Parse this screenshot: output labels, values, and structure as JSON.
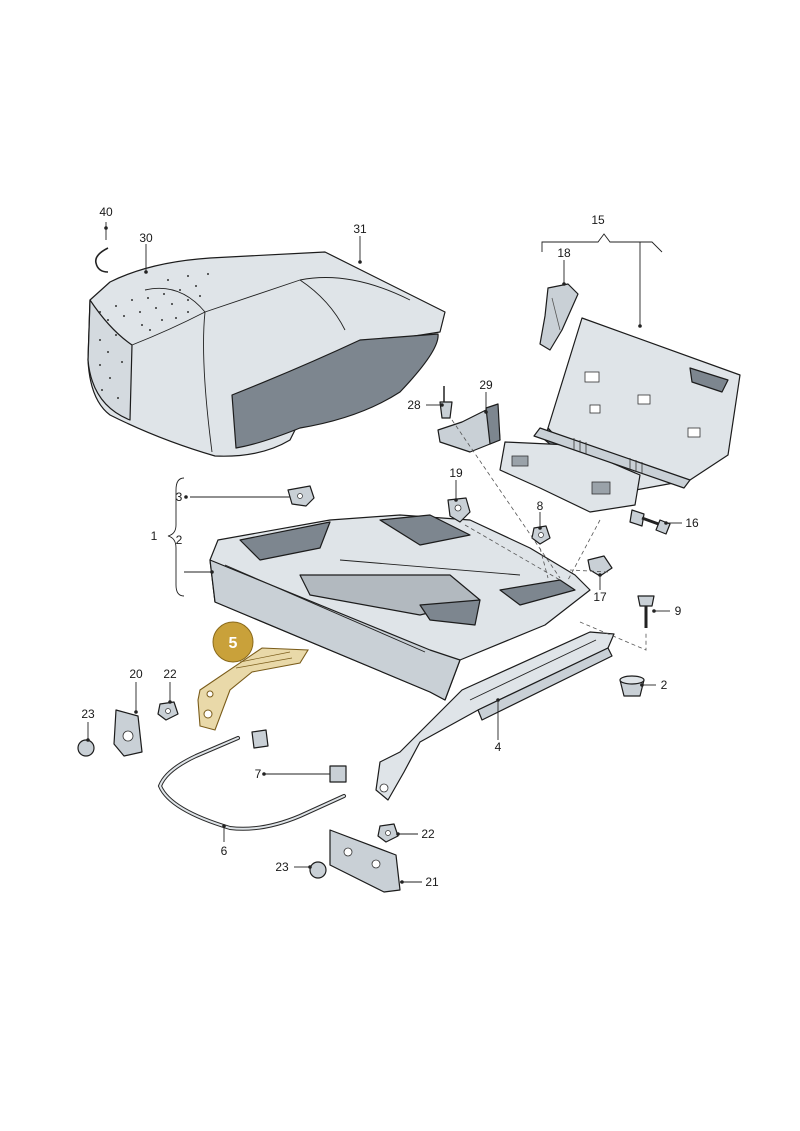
{
  "diagram": {
    "highlighted_part": "5",
    "part_numbers": {
      "p1": "1",
      "p2a": "2",
      "p2b": "2",
      "p3": "3",
      "p4": "4",
      "p6": "6",
      "p7": "7",
      "p8": "8",
      "p9": "9",
      "p15": "15",
      "p16": "16",
      "p17": "17",
      "p18": "18",
      "p19": "19",
      "p20": "20",
      "p21": "21",
      "p22a": "22",
      "p22b": "22",
      "p23a": "23",
      "p23b": "23",
      "p28": "28",
      "p29": "29",
      "p30": "30",
      "p31": "31",
      "p40": "40"
    },
    "colors": {
      "highlight_badge": "#c9a13a",
      "highlight_fill": "#e9d9a9",
      "part_light": "#dfe4e8",
      "part_dark": "#7d868f"
    }
  }
}
